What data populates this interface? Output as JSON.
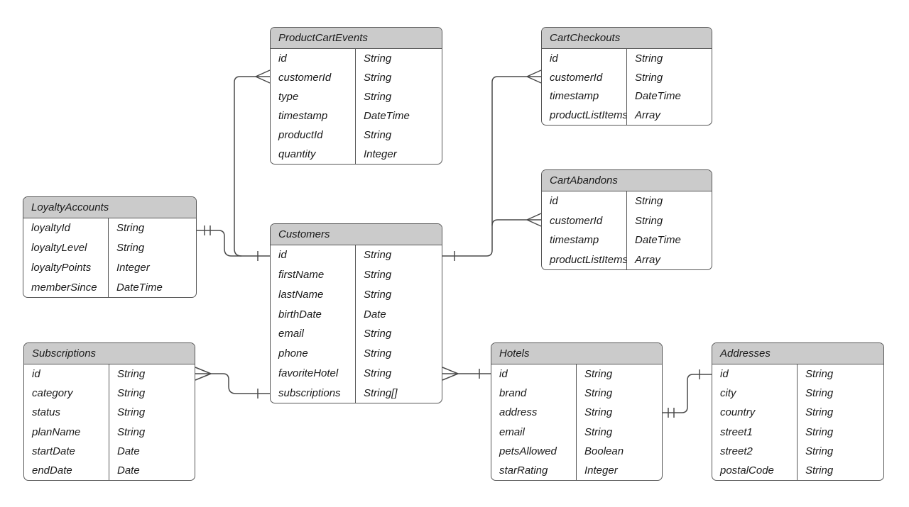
{
  "diagram": {
    "type": "entity-relationship-crowsfoot",
    "background": "#ffffff",
    "colors": {
      "header_fill": "#cbcbcb",
      "entity_border": "#565656",
      "connector": "#4a4a4a",
      "text": "#1a1a1a"
    }
  },
  "entities": [
    {
      "name": "ProductCartEvents",
      "fields": [
        {
          "name": "id",
          "type": "String"
        },
        {
          "name": "customerId",
          "type": "String"
        },
        {
          "name": "type",
          "type": "String"
        },
        {
          "name": "timestamp",
          "type": "DateTime"
        },
        {
          "name": "productId",
          "type": "String"
        },
        {
          "name": "quantity",
          "type": "Integer"
        }
      ]
    },
    {
      "name": "CartCheckouts",
      "fields": [
        {
          "name": "id",
          "type": "String"
        },
        {
          "name": "customerId",
          "type": "String"
        },
        {
          "name": "timestamp",
          "type": "DateTime"
        },
        {
          "name": "productListItems",
          "type": "Array"
        }
      ]
    },
    {
      "name": "CartAbandons",
      "fields": [
        {
          "name": "id",
          "type": "String"
        },
        {
          "name": "customerId",
          "type": "String"
        },
        {
          "name": "timestamp",
          "type": "DateTime"
        },
        {
          "name": "productListItems",
          "type": "Array"
        }
      ]
    },
    {
      "name": "LoyaltyAccounts",
      "fields": [
        {
          "name": "loyaltyId",
          "type": "String"
        },
        {
          "name": "loyaltyLevel",
          "type": "String"
        },
        {
          "name": "loyaltyPoints",
          "type": "Integer"
        },
        {
          "name": "memberSince",
          "type": "DateTime"
        }
      ]
    },
    {
      "name": "Customers",
      "fields": [
        {
          "name": "id",
          "type": "String"
        },
        {
          "name": "firstName",
          "type": "String"
        },
        {
          "name": "lastName",
          "type": "String"
        },
        {
          "name": "birthDate",
          "type": "Date"
        },
        {
          "name": "email",
          "type": "String"
        },
        {
          "name": "phone",
          "type": "String"
        },
        {
          "name": "favoriteHotel",
          "type": "String"
        },
        {
          "name": "subscriptions",
          "type": "String[]"
        }
      ]
    },
    {
      "name": "Subscriptions",
      "fields": [
        {
          "name": "id",
          "type": "String"
        },
        {
          "name": "category",
          "type": "String"
        },
        {
          "name": "status",
          "type": "String"
        },
        {
          "name": "planName",
          "type": "String"
        },
        {
          "name": "startDate",
          "type": "Date"
        },
        {
          "name": "endDate",
          "type": "Date"
        }
      ]
    },
    {
      "name": "Hotels",
      "fields": [
        {
          "name": "id",
          "type": "String"
        },
        {
          "name": "brand",
          "type": "String"
        },
        {
          "name": "address",
          "type": "String"
        },
        {
          "name": "email",
          "type": "String"
        },
        {
          "name": "petsAllowed",
          "type": "Boolean"
        },
        {
          "name": "starRating",
          "type": "Integer"
        }
      ]
    },
    {
      "name": "Addresses",
      "fields": [
        {
          "name": "id",
          "type": "String"
        },
        {
          "name": "city",
          "type": "String"
        },
        {
          "name": "country",
          "type": "String"
        },
        {
          "name": "street1",
          "type": "String"
        },
        {
          "name": "street2",
          "type": "String"
        },
        {
          "name": "postalCode",
          "type": "String"
        }
      ]
    }
  ],
  "relationships": [
    {
      "from": "Customers",
      "to": "ProductCartEvents",
      "from_cardinality": "one",
      "to_cardinality": "many"
    },
    {
      "from": "LoyaltyAccounts",
      "to": "Customers",
      "from_cardinality": "exactly-one",
      "to_cardinality": "one"
    },
    {
      "from": "Customers",
      "to": "CartCheckouts",
      "from_cardinality": "one",
      "to_cardinality": "many"
    },
    {
      "from": "Customers",
      "to": "CartAbandons",
      "from_cardinality": "one",
      "to_cardinality": "many"
    },
    {
      "from": "Subscriptions",
      "to": "Customers",
      "from_cardinality": "many",
      "to_cardinality": "one"
    },
    {
      "from": "Customers",
      "to": "Hotels",
      "from_cardinality": "many",
      "to_cardinality": "one"
    },
    {
      "from": "Hotels",
      "to": "Addresses",
      "from_cardinality": "exactly-one",
      "to_cardinality": "one"
    }
  ]
}
